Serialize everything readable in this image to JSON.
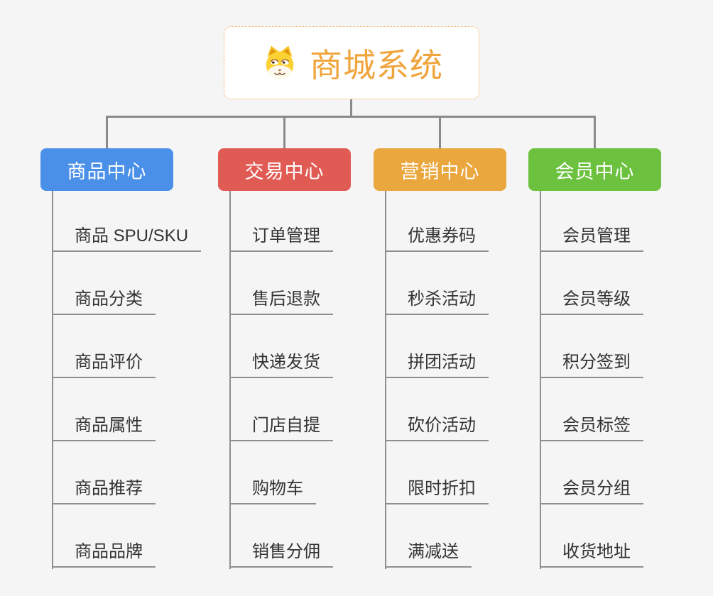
{
  "root": {
    "title": "商城系统",
    "icon": "dog-face-icon",
    "title_color": "#f0a53c",
    "border_color": "#efac50"
  },
  "branches": [
    {
      "label": "商品中心",
      "color": "#4b90e8",
      "children": [
        "商品 SPU/SKU",
        "商品分类",
        "商品评价",
        "商品属性",
        "商品推荐",
        "商品品牌"
      ]
    },
    {
      "label": "交易中心",
      "color": "#e15b55",
      "children": [
        "订单管理",
        "售后退款",
        "快递发货",
        "门店自提",
        "购物车",
        "销售分佣"
      ]
    },
    {
      "label": "营销中心",
      "color": "#eaa73e",
      "children": [
        "优惠券码",
        "秒杀活动",
        "拼团活动",
        "砍价活动",
        "限时折扣",
        "满减送"
      ]
    },
    {
      "label": "会员中心",
      "color": "#6cc13f",
      "children": [
        "会员管理",
        "会员等级",
        "积分签到",
        "会员标签",
        "会员分组",
        "收货地址"
      ]
    }
  ],
  "connector_color": "#8a8a8a",
  "background_color": "#f5f5f6"
}
